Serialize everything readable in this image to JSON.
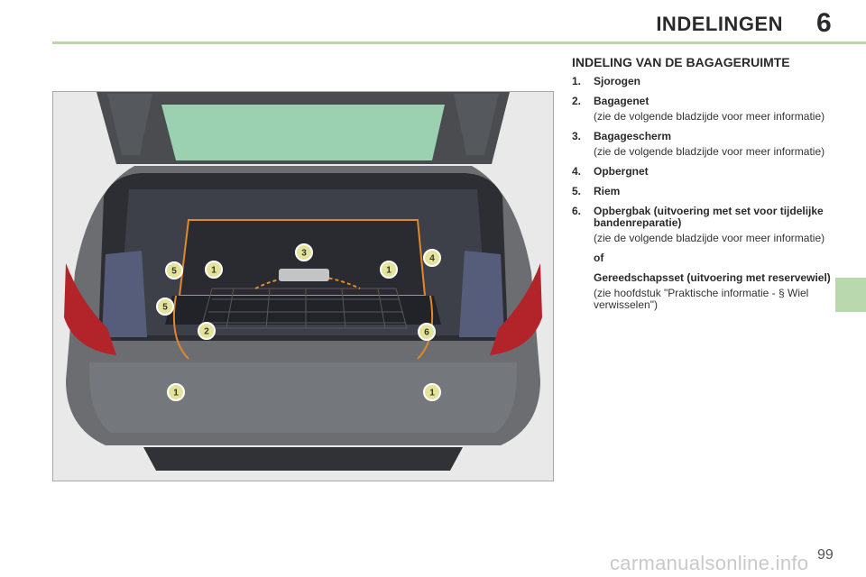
{
  "header": {
    "title": "INDELINGEN",
    "chapter": "6"
  },
  "section": {
    "title": "INDELING VAN DE BAGAGERUIMTE",
    "items": [
      {
        "num": "1.",
        "label": "Sjorogen"
      },
      {
        "num": "2.",
        "label": "Bagagenet",
        "note": "(zie de volgende bladzijde voor meer informatie)"
      },
      {
        "num": "3.",
        "label": "Bagagescherm",
        "note": "(zie de volgende bladzijde voor meer informatie)"
      },
      {
        "num": "4.",
        "label": "Opbergnet"
      },
      {
        "num": "5.",
        "label": "Riem"
      },
      {
        "num": "6.",
        "label": "Opbergbak (uitvoering met set voor tijdelijke bandenreparatie)",
        "note": "(zie de volgende bladzijde voor meer informatie)",
        "or": "of",
        "alt_label": "Gereedschapsset (uitvoering met reservewiel)",
        "alt_note": "(zie hoofdstuk \"Praktische informatie - § Wiel verwisselen\")"
      }
    ]
  },
  "figure": {
    "callouts": [
      "1",
      "1",
      "1",
      "1",
      "2",
      "3",
      "4",
      "5",
      "5",
      "6"
    ]
  },
  "page_number": "99",
  "watermark": "carmanualsonline.info",
  "colors": {
    "accent_green": "#b9d8ad",
    "callout_fill": "#e4e39a",
    "outline_orange": "#e0892b",
    "car_body": "#6b6d70",
    "taillight": "#b3242a"
  }
}
